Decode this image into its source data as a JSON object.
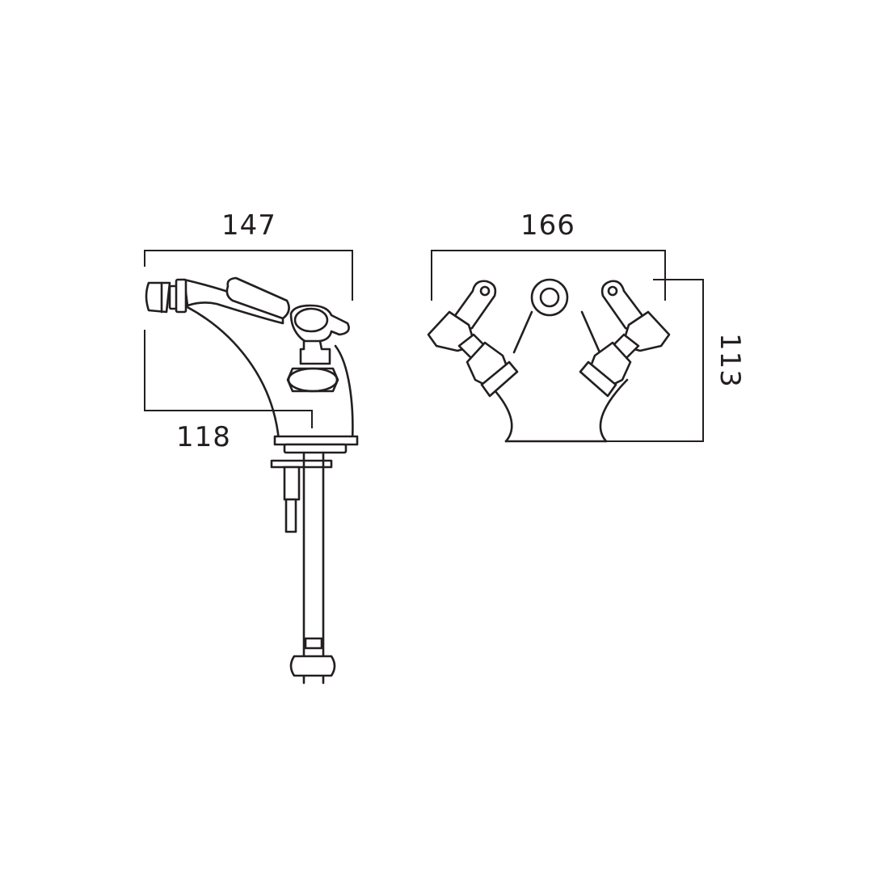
{
  "dimensions": {
    "side_width": "147",
    "side_reach": "118",
    "front_width": "166",
    "front_height": "113"
  },
  "colors": {
    "line": "#231f20",
    "background": "#ffffff"
  }
}
